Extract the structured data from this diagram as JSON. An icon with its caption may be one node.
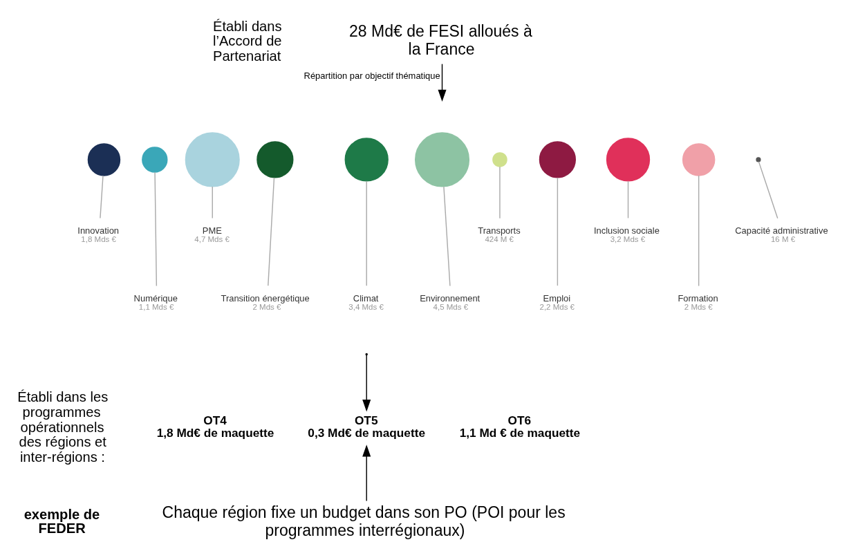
{
  "diagram": {
    "nodes": [
      {
        "text": [
          "28 Md€ de FESI alloués à la France"
        ]
      },
      {
        "text": [],
        "shape": "circle"
      },
      {
        "text": [],
        "shape": "circle"
      },
      {
        "text": [],
        "shape": "circle"
      },
      {
        "text": [],
        "shape": "circle"
      },
      {
        "text": [],
        "shape": "circle"
      },
      {
        "text": [],
        "shape": "circle"
      },
      {
        "text": [],
        "shape": "circle"
      },
      {
        "text": [],
        "shape": "circle"
      },
      {
        "text": [],
        "shape": "circle"
      },
      {
        "text": [],
        "shape": "circle"
      },
      {
        "text": [],
        "shape": "circle"
      },
      {
        "text": [
          "Innovation",
          "1,8 Mds €"
        ]
      },
      {
        "text": [
          "Numérique",
          "1,1 Mds €"
        ]
      },
      {
        "text": [
          "PME",
          "4,7 Mds €"
        ]
      },
      {
        "text": [
          "Transition énergétique",
          "2 Mds €"
        ]
      },
      {
        "text": [
          "Climat",
          "3,4 Mds €"
        ]
      },
      {
        "text": [
          "Environnement",
          "4,5 Mds €"
        ]
      },
      {
        "text": [
          "Transports",
          "424 M €"
        ]
      },
      {
        "text": [
          "Emploi",
          "2,2 Mds €"
        ]
      },
      {
        "text": [
          "Inclusion sociale",
          "3,2 Mds €"
        ]
      },
      {
        "text": [
          "Formation",
          "2 Mds €"
        ]
      },
      {
        "text": [
          "Capacité administrative",
          "16 M €"
        ]
      },
      {
        "text": [
          "OT4",
          "1,8 Md€ de maquette"
        ]
      },
      {
        "text": [
          "OT5",
          "0,3 Md€ de maquette"
        ]
      },
      {
        "text": [
          "OT6",
          "1,1 Md € de maquette"
        ]
      },
      {
        "text": [
          "Chaque région fixe un budget dans son PO (POI pour les programmes interrégionaux)"
        ]
      }
    ],
    "edges": [
      {
        "from": 0,
        "to": null,
        "arrow": "to",
        "label": "Répartition par objectif thématique",
        "color": "#000000"
      },
      {
        "from": 12,
        "to": 1,
        "arrow": "none",
        "color": "#aaaaaa"
      },
      {
        "from": 13,
        "to": 2,
        "arrow": "none",
        "color": "#aaaaaa"
      },
      {
        "from": 14,
        "to": 3,
        "arrow": "none",
        "color": "#aaaaaa"
      },
      {
        "from": 15,
        "to": 4,
        "arrow": "none",
        "color": "#aaaaaa"
      },
      {
        "from": 16,
        "to": 5,
        "arrow": "none",
        "color": "#aaaaaa"
      },
      {
        "from": 17,
        "to": 6,
        "arrow": "none",
        "color": "#aaaaaa"
      },
      {
        "from": 18,
        "to": 7,
        "arrow": "none",
        "color": "#aaaaaa"
      },
      {
        "from": 19,
        "to": 8,
        "arrow": "none",
        "color": "#aaaaaa"
      },
      {
        "from": 20,
        "to": 9,
        "arrow": "none",
        "color": "#aaaaaa"
      },
      {
        "from": 21,
        "to": 10,
        "arrow": "none",
        "color": "#aaaaaa"
      },
      {
        "from": 22,
        "to": 11,
        "arrow": "none",
        "color": "#aaaaaa"
      },
      {
        "from": null,
        "to": 24,
        "arrow": "to",
        "color": "#000000"
      },
      {
        "from": 26,
        "to": 24,
        "arrow": "to",
        "color": "#000000"
      }
    ],
    "labels": [
      "Établi dans l’Accord de Partenariat",
      "Établi dans les programmes opérationnels des régions et inter-régions :",
      "exemple de FEDER"
    ]
  }
}
